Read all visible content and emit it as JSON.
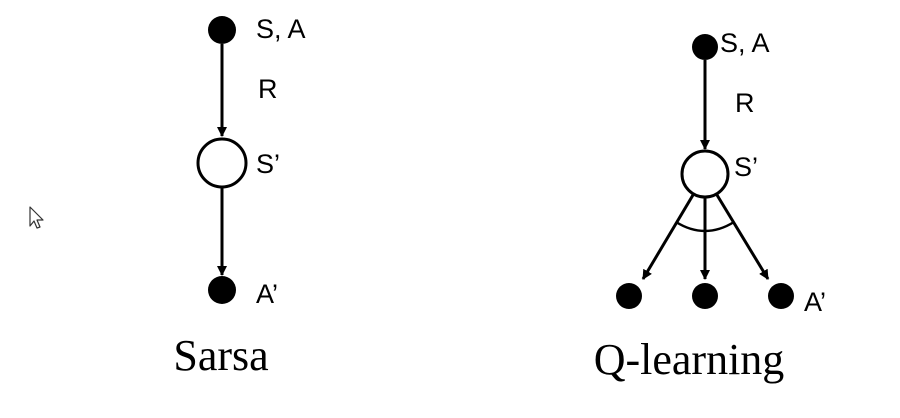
{
  "sarsa": {
    "caption": "Sarsa",
    "state_action_label": "S, A",
    "reward_label": "R",
    "next_state_label": "S’",
    "next_action_label": "A’"
  },
  "qlearning": {
    "caption": "Q-learning",
    "state_action_label": "S, A",
    "reward_label": "R",
    "next_state_label": "S’",
    "next_action_label": "A’"
  },
  "colors": {
    "ink": "#000000",
    "background": "#ffffff"
  },
  "icons": {
    "cursor": "mouse-pointer-icon"
  }
}
